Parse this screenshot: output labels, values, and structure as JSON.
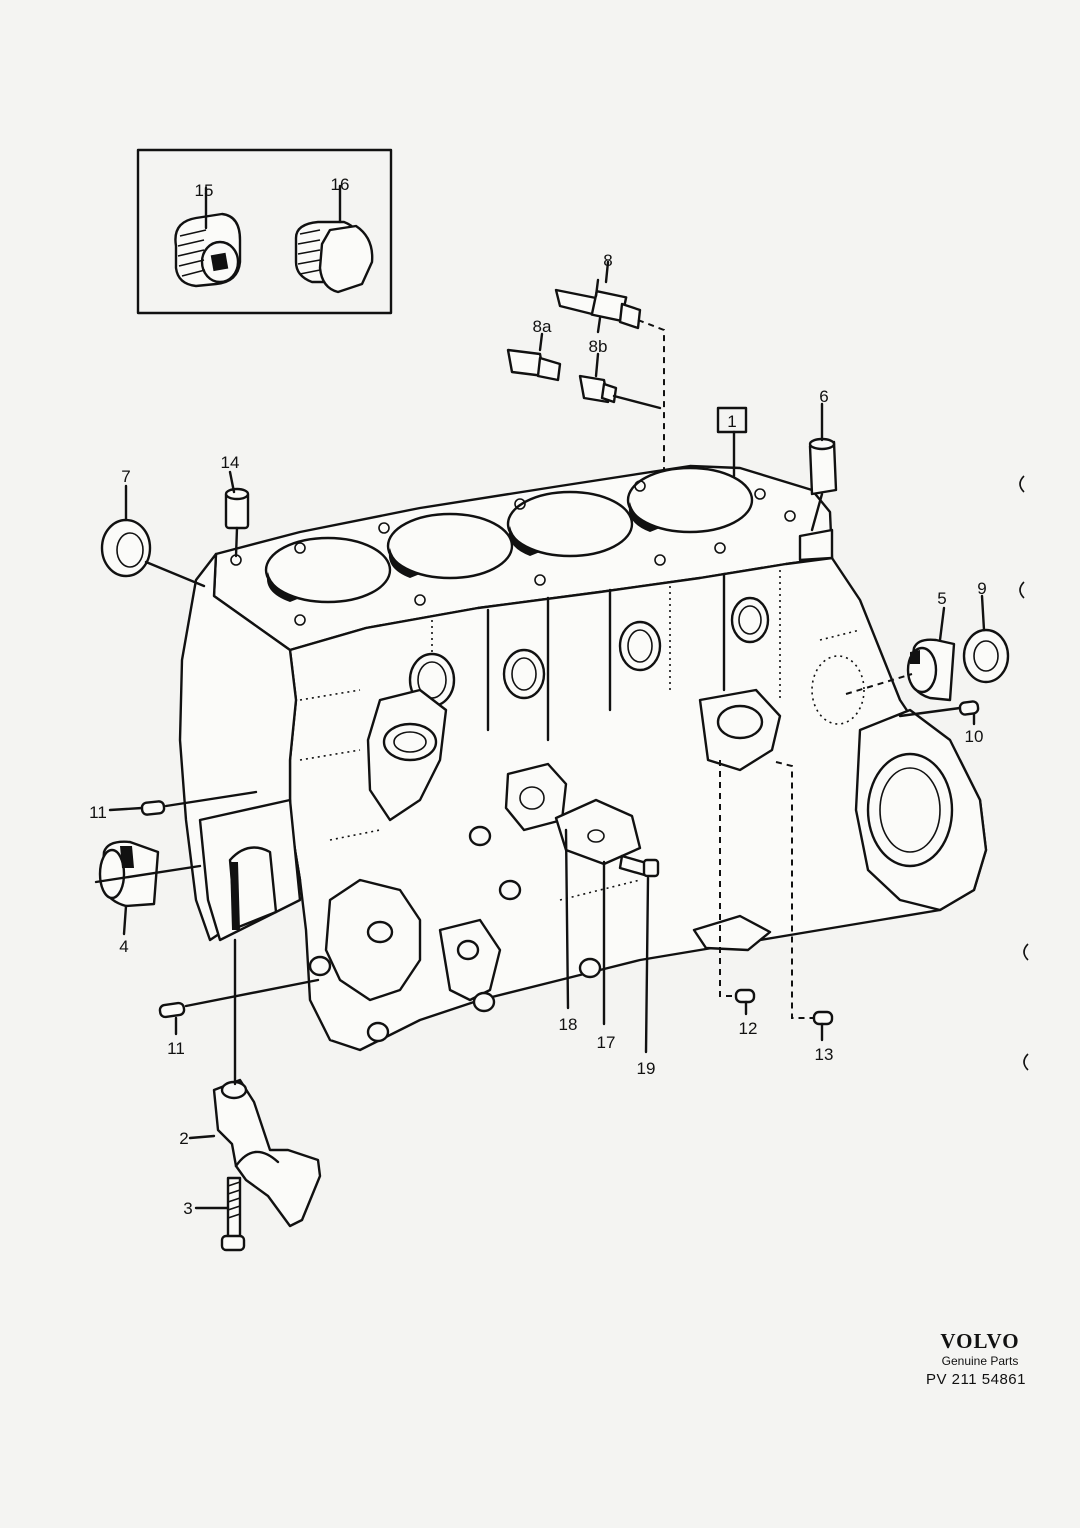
{
  "diagram": {
    "callouts": [
      {
        "id": "c1",
        "label": "1"
      },
      {
        "id": "c2",
        "label": "2"
      },
      {
        "id": "c3",
        "label": "3"
      },
      {
        "id": "c4",
        "label": "4"
      },
      {
        "id": "c5",
        "label": "5"
      },
      {
        "id": "c6",
        "label": "6"
      },
      {
        "id": "c7",
        "label": "7"
      },
      {
        "id": "c8",
        "label": "8"
      },
      {
        "id": "c8a",
        "label": "8a"
      },
      {
        "id": "c8b",
        "label": "8b"
      },
      {
        "id": "c9",
        "label": "9"
      },
      {
        "id": "c10",
        "label": "10"
      },
      {
        "id": "c11a",
        "label": "11"
      },
      {
        "id": "c11b",
        "label": "11"
      },
      {
        "id": "c12",
        "label": "12"
      },
      {
        "id": "c13",
        "label": "13"
      },
      {
        "id": "c14",
        "label": "14"
      },
      {
        "id": "c15",
        "label": "15"
      },
      {
        "id": "c16",
        "label": "16"
      },
      {
        "id": "c17",
        "label": "17"
      },
      {
        "id": "c18",
        "label": "18"
      },
      {
        "id": "c19",
        "label": "19"
      }
    ]
  },
  "brand": {
    "logo": "VOLVO",
    "subtitle": "Genuine Parts",
    "code": "PV  211 54861"
  }
}
